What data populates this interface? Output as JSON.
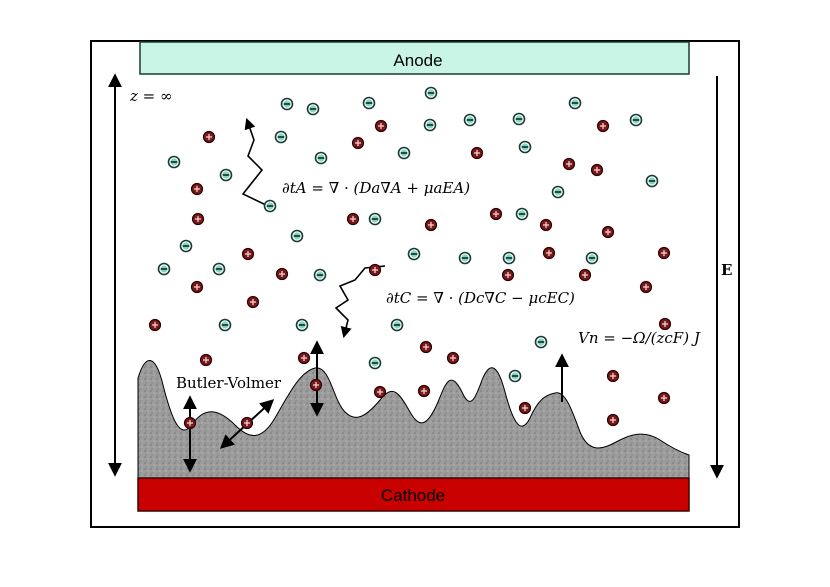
{
  "electrodes": {
    "anode": {
      "label": "Anode",
      "color": "#c8f5e6"
    },
    "cathode": {
      "label": "Cathode",
      "color": "#c80000"
    }
  },
  "labels": {
    "z_inf": "z = ∞",
    "field": "E",
    "butler_volmer": "Butler-Volmer"
  },
  "equations": {
    "anion_transport": "∂tA = ∇ · (Da∇A + μaEA)",
    "cation_transport": "∂tC = ∇ · (Dc∇C − μcEC)",
    "interface_velocity": "Vn = −Ω/(zcF) J"
  },
  "colors": {
    "deposit": "#9a9a9a",
    "anion_fill": "#7fd6c0",
    "cation_fill": "#7a1a1a"
  }
}
